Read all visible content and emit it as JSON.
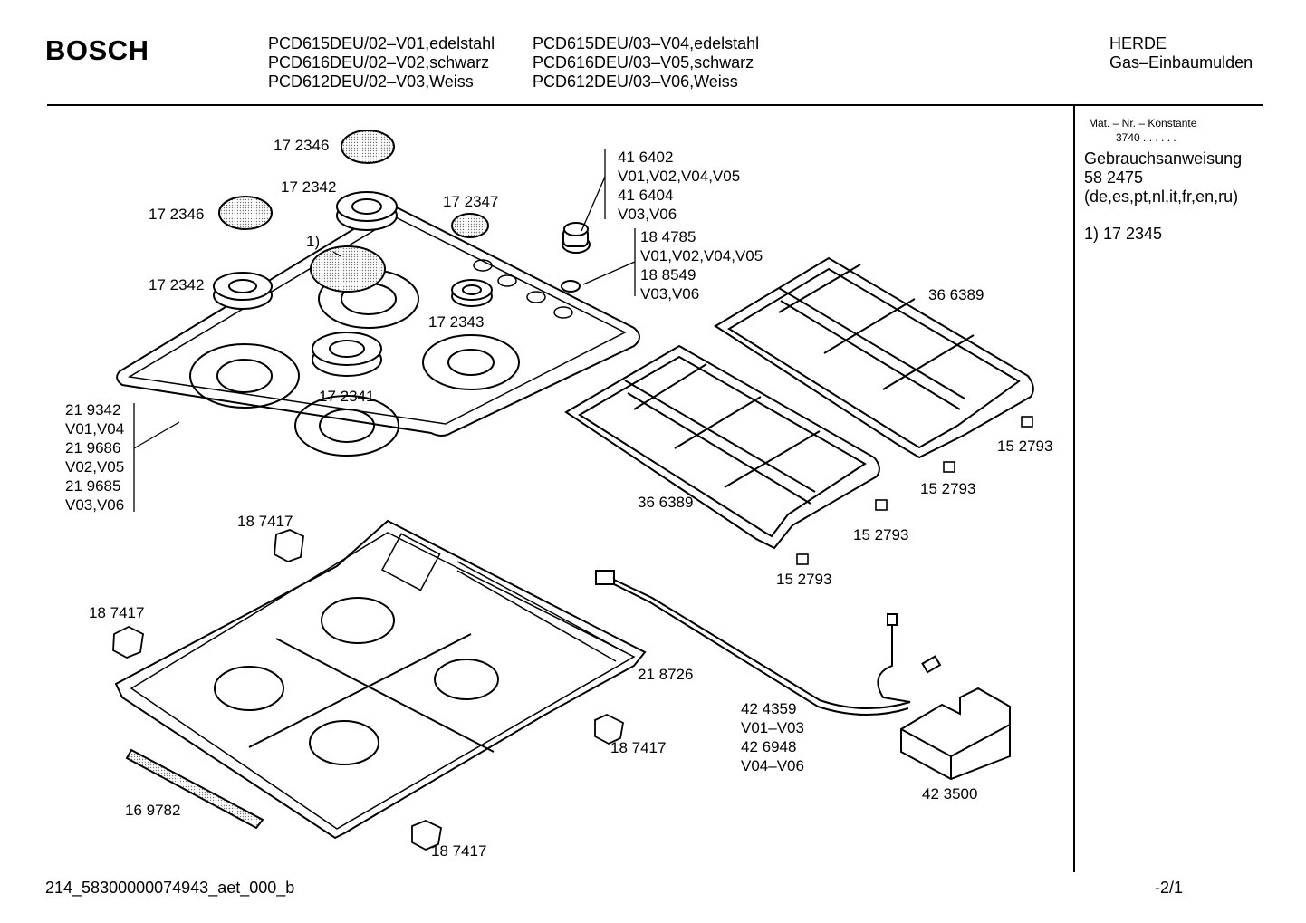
{
  "header": {
    "brand": "BOSCH",
    "models_left": [
      "PCD615DEU/02–V01,edelstahl",
      "PCD616DEU/02–V02,schwarz",
      "PCD612DEU/02–V03,Weiss"
    ],
    "models_right": [
      "PCD615DEU/03–V04,edelstahl",
      "PCD616DEU/03–V05,schwarz",
      "PCD612DEU/03–V06,Weiss"
    ],
    "category": "HERDE",
    "subcategory": "Gas–Einbaumulden"
  },
  "sidebar": {
    "mat_label": "Mat. – Nr. – Konstante",
    "mat_value": "3740  .  .   .  .  .  .",
    "manual_title": "Gebrauchsanweisung",
    "manual_number": "58 2475",
    "manual_languages": "(de,es,pt,nl,it,fr,en,ru)",
    "footnote": "1)  17 2345"
  },
  "labels": {
    "cap_top": "17 2346",
    "cap_left": "17 2346",
    "burner_top": "17 2342",
    "cap_small": "17 2347",
    "note_1": "1)",
    "burner_left": "17 2342",
    "burner_small": "17 2343",
    "burner_large": "17 2341",
    "knob": [
      "41 6402",
      "V01,V02,V04,V05",
      "41 6404",
      "V03,V06"
    ],
    "ring": [
      "18 4785",
      "V01,V02,V04,V05",
      "18 8549",
      "V03,V06"
    ],
    "top_plate": [
      "21 9342",
      "V01,V04",
      "21 9686",
      "V02,V05",
      "21 9685",
      "V03,V06"
    ],
    "grid_right": "36 6389",
    "grid_left": "36 6389",
    "foot_1": "15 2793",
    "foot_2": "15 2793",
    "foot_3": "15 2793",
    "foot_4": "15 2793",
    "clip_1": "18 7417",
    "clip_2": "18 7417",
    "clip_3": "18 7417",
    "clip_4": "18 7417",
    "gasket": "16 9782",
    "base": "21 8726",
    "cable": [
      "42 4359",
      "V01–V03",
      "42 6948",
      "V04–V06"
    ],
    "ignition": "42 3500"
  },
  "footer": {
    "doc_id": "214_58300000074943_aet_000_b",
    "page": "-2/1"
  }
}
